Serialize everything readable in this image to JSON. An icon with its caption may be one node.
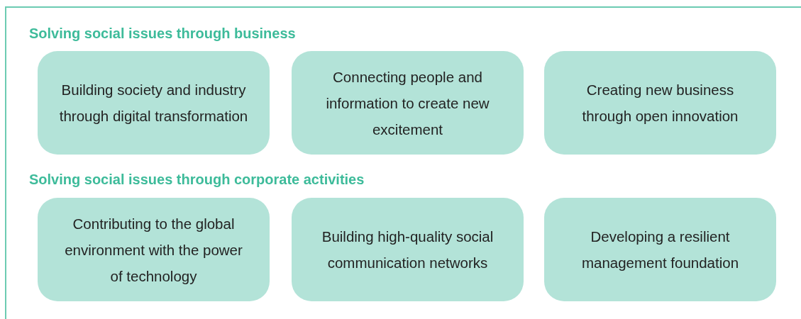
{
  "diagram": {
    "nodes": [
      {
        "text": [
          "Building society and industry through digital transformation"
        ]
      },
      {
        "text": [
          "Connecting people and information to create new excitement"
        ]
      },
      {
        "text": [
          "Creating new business through open innovation"
        ]
      },
      {
        "text": [
          "Contributing to the global environment with the power of technology"
        ]
      },
      {
        "text": [
          "Building high-quality social communication networks"
        ]
      },
      {
        "text": [
          "Developing a resilient management foundation"
        ]
      }
    ],
    "edges": [],
    "labels": [
      "Solving social issues through business",
      "Solving social issues through corporate activities"
    ]
  }
}
